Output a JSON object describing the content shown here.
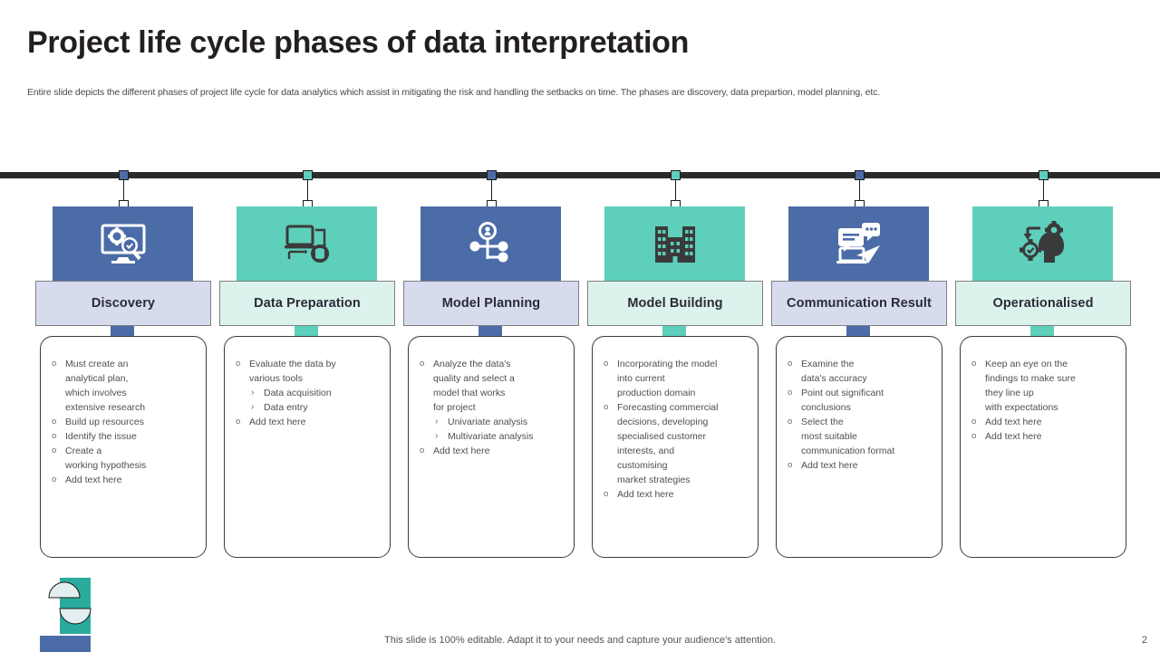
{
  "header": {
    "title": "Project life cycle phases of data interpretation",
    "subtitle": "Entire slide depicts the different phases of project life cycle for data analytics which assist in mitigating the risk and handling the setbacks on time. The phases are discovery, data prepartion, model planning, etc."
  },
  "colors": {
    "blue": "#4c6ca8",
    "teal": "#5ecfba",
    "blue_label": "#d6dcee",
    "teal_label": "#dcf2ec",
    "timeline": "#2b2b2b",
    "title": "#231f20",
    "body_text": "#4f4f4f"
  },
  "phases": [
    {
      "label": "Discovery",
      "icon": "monitor-gear-search-icon",
      "accent": "#4c6ca8",
      "label_bg": "#d6dcee",
      "items": [
        {
          "level": 1,
          "text": "Must create an"
        },
        {
          "level": 0,
          "text": "analytical plan,"
        },
        {
          "level": 0,
          "text": "which involves"
        },
        {
          "level": 0,
          "text": "extensive research"
        },
        {
          "level": 1,
          "text": "Build up resources"
        },
        {
          "level": 1,
          "text": "Identify the issue"
        },
        {
          "level": 1,
          "text": "Create a"
        },
        {
          "level": 0,
          "text": "working hypothesis"
        },
        {
          "level": 1,
          "text": "Add text here"
        }
      ]
    },
    {
      "label": "Data Preparation",
      "icon": "laptop-database-transfer-icon",
      "accent": "#5ecfba",
      "label_bg": "#dcf2ec",
      "items": [
        {
          "level": 1,
          "text": "Evaluate the data by"
        },
        {
          "level": 0,
          "text": "various tools"
        },
        {
          "level": 2,
          "text": "Data acquisition"
        },
        {
          "level": 2,
          "text": "Data entry"
        },
        {
          "level": 1,
          "text": "Add text here"
        }
      ]
    },
    {
      "label": "Model Planning",
      "icon": "network-node-user-icon",
      "accent": "#4c6ca8",
      "label_bg": "#d6dcee",
      "items": [
        {
          "level": 1,
          "text": "Analyze the data's"
        },
        {
          "level": 0,
          "text": "quality and select a"
        },
        {
          "level": 0,
          "text": "model that works"
        },
        {
          "level": 0,
          "text": "for project"
        },
        {
          "level": 2,
          "text": "Univariate  analysis"
        },
        {
          "level": 2,
          "text": "Multivariate  analysis"
        },
        {
          "level": 1,
          "text": "Add text here"
        }
      ]
    },
    {
      "label": "Model Building",
      "icon": "buildings-icon",
      "accent": "#5ecfba",
      "label_bg": "#dcf2ec",
      "items": [
        {
          "level": 1,
          "text": "Incorporating the model"
        },
        {
          "level": 0,
          "text": "into current"
        },
        {
          "level": 0,
          "text": "production domain"
        },
        {
          "level": 1,
          "text": "Forecasting commercial"
        },
        {
          "level": 0,
          "text": "decisions, developing"
        },
        {
          "level": 0,
          "text": "specialised customer"
        },
        {
          "level": 0,
          "text": "interests, and"
        },
        {
          "level": 0,
          "text": "customising"
        },
        {
          "level": 0,
          "text": "market strategies"
        },
        {
          "level": 1,
          "text": "Add text here"
        }
      ]
    },
    {
      "label": "Communication Result",
      "icon": "chat-laptop-send-icon",
      "accent": "#4c6ca8",
      "label_bg": "#d6dcee",
      "items": [
        {
          "level": 1,
          "text": "Examine the"
        },
        {
          "level": 0,
          "text": "data's accuracy"
        },
        {
          "level": 1,
          "text": "Point out significant"
        },
        {
          "level": 0,
          "text": "conclusions"
        },
        {
          "level": 1,
          "text": "Select the"
        },
        {
          "level": 0,
          "text": "most suitable"
        },
        {
          "level": 0,
          "text": "communication format"
        },
        {
          "level": 1,
          "text": "Add text here"
        }
      ]
    },
    {
      "label": "Operationalised",
      "icon": "head-gears-process-icon",
      "accent": "#5ecfba",
      "label_bg": "#dcf2ec",
      "items": [
        {
          "level": 1,
          "text": "Keep an  eye on the"
        },
        {
          "level": 0,
          "text": "findings to make sure"
        },
        {
          "level": 0,
          "text": "they line up"
        },
        {
          "level": 0,
          "text": "with  expectations"
        },
        {
          "level": 1,
          "text": "Add text here"
        },
        {
          "level": 1,
          "text": "Add text here"
        }
      ]
    }
  ],
  "footer": {
    "note": "This slide is 100% editable. Adapt it to your needs and capture your audience's attention.",
    "page_number": "2"
  }
}
